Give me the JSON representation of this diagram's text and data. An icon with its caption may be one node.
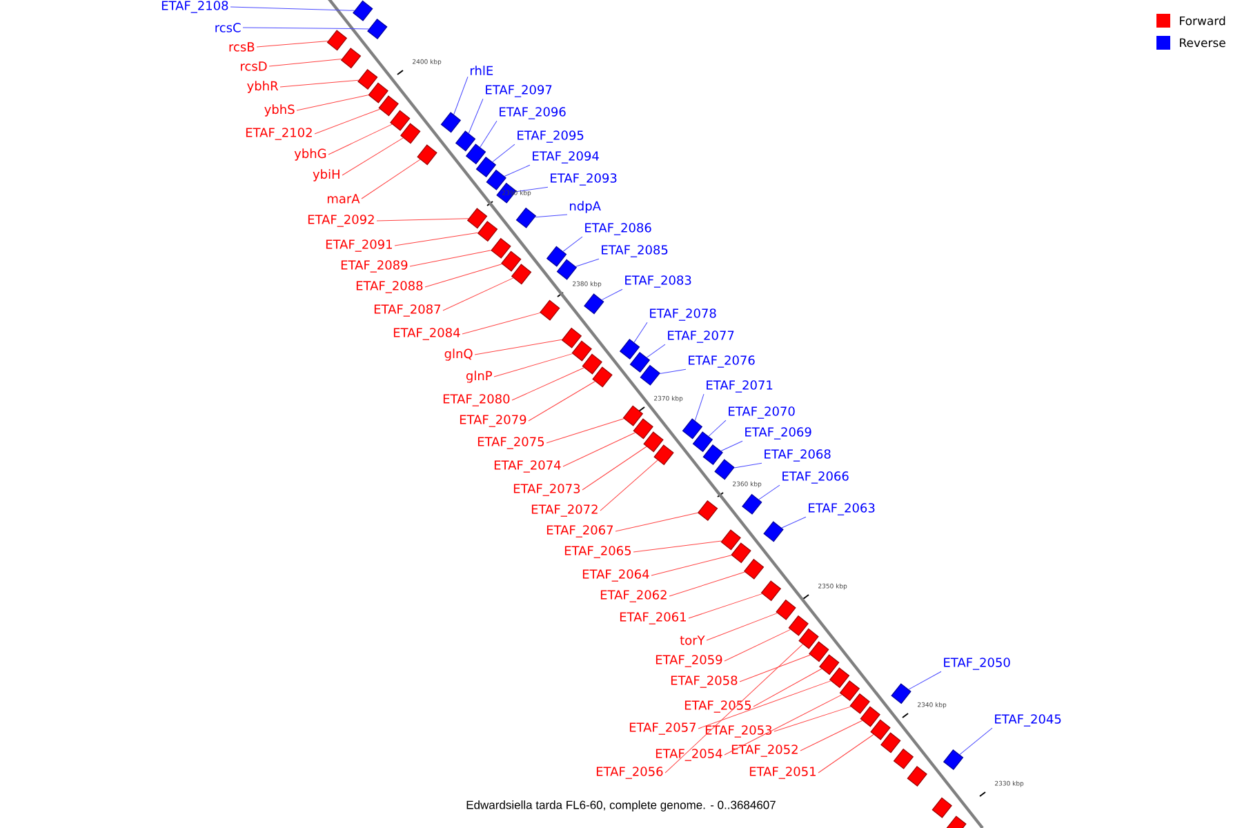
{
  "diagram": {
    "caption": "Edwardsiella tarda FL6-60, complete genome. - 0..3684607",
    "nodes": [
      {
        "text": [
          "ETAF_2108"
        ]
      },
      {
        "text": [
          "rcsC"
        ]
      },
      {
        "text": [
          "rcsB"
        ]
      },
      {
        "text": [
          "rcsD"
        ]
      },
      {
        "text": [
          "rhlE"
        ]
      },
      {
        "text": [
          "ybhR"
        ]
      },
      {
        "text": [
          "ETAF_2097"
        ]
      },
      {
        "text": [
          "ybhS"
        ]
      },
      {
        "text": [
          "ETAF_2096"
        ]
      },
      {
        "text": [
          "ETAF_2102"
        ]
      },
      {
        "text": [
          "ETAF_2095"
        ]
      },
      {
        "text": [
          "ybhG"
        ]
      },
      {
        "text": [
          "ETAF_2094"
        ]
      },
      {
        "text": [
          "ybiH"
        ]
      },
      {
        "text": [
          "ETAF_2093"
        ]
      },
      {
        "text": [
          "marA"
        ]
      },
      {
        "text": [
          "ndpA"
        ]
      },
      {
        "text": [
          "ETAF_2092"
        ]
      },
      {
        "text": [
          "ETAF_2086"
        ]
      },
      {
        "text": [
          "ETAF_2091"
        ]
      },
      {
        "text": [
          "ETAF_2085"
        ]
      },
      {
        "text": [
          "ETAF_2089"
        ]
      },
      {
        "text": [
          "ETAF_2083"
        ]
      },
      {
        "text": [
          "ETAF_2088"
        ]
      },
      {
        "text": [
          "ETAF_2087"
        ]
      },
      {
        "text": [
          "ETAF_2078"
        ]
      },
      {
        "text": [
          "ETAF_2084"
        ]
      },
      {
        "text": [
          "ETAF_2077"
        ]
      },
      {
        "text": [
          "glnQ"
        ]
      },
      {
        "text": [
          "ETAF_2076"
        ]
      },
      {
        "text": [
          "glnP"
        ]
      },
      {
        "text": [
          "ETAF_2071"
        ]
      },
      {
        "text": [
          "ETAF_2080"
        ]
      },
      {
        "text": [
          "ETAF_2070"
        ]
      },
      {
        "text": [
          "ETAF_2079"
        ]
      },
      {
        "text": [
          "ETAF_2069"
        ]
      },
      {
        "text": [
          "ETAF_2075"
        ]
      },
      {
        "text": [
          "ETAF_2068"
        ]
      },
      {
        "text": [
          "ETAF_2074"
        ]
      },
      {
        "text": [
          "ETAF_2066"
        ]
      },
      {
        "text": [
          "ETAF_2073"
        ]
      },
      {
        "text": [
          "ETAF_2063"
        ]
      },
      {
        "text": [
          "ETAF_2072"
        ]
      },
      {
        "text": [
          "ETAF_2067"
        ]
      },
      {
        "text": [
          "ETAF_2065"
        ]
      },
      {
        "text": [
          "ETAF_2064"
        ]
      },
      {
        "text": [
          "ETAF_2062"
        ]
      },
      {
        "text": [
          "ETAF_2061"
        ]
      },
      {
        "text": [
          "torY"
        ]
      },
      {
        "text": [
          "ETAF_2059"
        ]
      },
      {
        "text": [
          "ETAF_2050"
        ]
      },
      {
        "text": [
          "ETAF_2058"
        ]
      },
      {
        "text": [
          "ETAF_2055"
        ]
      },
      {
        "text": [
          "ETAF_2045"
        ]
      },
      {
        "text": [
          "ETAF_2057"
        ]
      },
      {
        "text": [
          "ETAF_2053"
        ]
      },
      {
        "text": [
          "ETAF_2052"
        ]
      },
      {
        "text": [
          "ETAF_2054"
        ]
      },
      {
        "text": [
          "ETAF_2051"
        ]
      },
      {
        "text": [
          "ETAF_2056"
        ]
      },
      {
        "text": [],
        "shape": "box"
      },
      {
        "text": [],
        "shape": "box"
      },
      {
        "text": [],
        "shape": "box"
      },
      {
        "text": [],
        "shape": "box"
      },
      {
        "text": [],
        "shape": "box"
      },
      {
        "text": [],
        "shape": "box"
      },
      {
        "text": [],
        "shape": "box"
      },
      {
        "text": [],
        "shape": "box"
      },
      {
        "text": [],
        "shape": "box"
      },
      {
        "text": [],
        "shape": "box"
      },
      {
        "text": [],
        "shape": "box"
      },
      {
        "text": [],
        "shape": "box"
      },
      {
        "text": [],
        "shape": "box"
      },
      {
        "text": [],
        "shape": "box"
      },
      {
        "text": [],
        "shape": "box"
      },
      {
        "text": [],
        "shape": "box"
      },
      {
        "text": [],
        "shape": "box"
      },
      {
        "text": [],
        "shape": "box"
      },
      {
        "text": [],
        "shape": "box"
      },
      {
        "text": [],
        "shape": "box"
      },
      {
        "text": [],
        "shape": "box"
      },
      {
        "text": [],
        "shape": "box"
      },
      {
        "text": [],
        "shape": "box"
      },
      {
        "text": [],
        "shape": "box"
      },
      {
        "text": [],
        "shape": "box"
      },
      {
        "text": [],
        "shape": "box"
      },
      {
        "text": [],
        "shape": "box"
      },
      {
        "text": [],
        "shape": "box"
      },
      {
        "text": [],
        "shape": "box"
      },
      {
        "text": [],
        "shape": "box"
      },
      {
        "text": [],
        "shape": "box"
      },
      {
        "text": [],
        "shape": "box"
      },
      {
        "text": [],
        "shape": "box"
      },
      {
        "text": [],
        "shape": "box"
      },
      {
        "text": [],
        "shape": "box"
      },
      {
        "text": [],
        "shape": "box"
      },
      {
        "text": [],
        "shape": "box"
      },
      {
        "text": [],
        "shape": "box"
      },
      {
        "text": [],
        "shape": "box"
      },
      {
        "text": [],
        "shape": "box"
      },
      {
        "text": [],
        "shape": "box"
      },
      {
        "text": [],
        "shape": "box"
      },
      {
        "text": [],
        "shape": "box"
      },
      {
        "text": [],
        "shape": "box"
      },
      {
        "text": [],
        "shape": "box"
      },
      {
        "text": [],
        "shape": "box"
      },
      {
        "text": [],
        "shape": "box"
      },
      {
        "text": [],
        "shape": "box"
      },
      {
        "text": [],
        "shape": "box"
      },
      {
        "text": [],
        "shape": "box"
      },
      {
        "text": [],
        "shape": "box"
      },
      {
        "text": [],
        "shape": "box"
      },
      {
        "text": [],
        "shape": "box"
      },
      {
        "text": [],
        "shape": "box"
      },
      {
        "text": [],
        "shape": "box"
      },
      {
        "text": [],
        "shape": "box"
      },
      {
        "text": [],
        "shape": "box"
      },
      {
        "text": [],
        "shape": "box"
      },
      {
        "text": [],
        "shape": "box"
      },
      {
        "text": [],
        "shape": "box"
      },
      {
        "text": [],
        "shape": "box"
      },
      {
        "text": [],
        "shape": "box"
      },
      {
        "text": [],
        "shape": "box"
      },
      {
        "text": [],
        "shape": "box"
      },
      {
        "text": [],
        "shape": "box"
      }
    ],
    "edges": [
      {
        "from": 0,
        "to": 60,
        "arrow": "none",
        "color": "#4848ff"
      },
      {
        "from": 1,
        "to": 61,
        "arrow": "none",
        "color": "#4848ff"
      },
      {
        "from": 2,
        "to": 62,
        "arrow": "none"
      },
      {
        "from": 3,
        "to": 63,
        "arrow": "none"
      },
      {
        "from": 4,
        "to": 69,
        "arrow": "none",
        "color": "#4848ff"
      },
      {
        "from": 5,
        "to": 64,
        "arrow": "none"
      },
      {
        "from": 6,
        "to": 71,
        "arrow": "none",
        "color": "#4848ff"
      },
      {
        "from": 7,
        "to": 65,
        "arrow": "none"
      },
      {
        "from": 8,
        "to": 72,
        "arrow": "none",
        "color": "#4848ff"
      },
      {
        "from": 9,
        "to": 66,
        "arrow": "none"
      },
      {
        "from": 10,
        "to": 73,
        "arrow": "none",
        "color": "#4848ff"
      },
      {
        "from": 11,
        "to": 67,
        "arrow": "none"
      },
      {
        "from": 12,
        "to": 74,
        "arrow": "none",
        "color": "#4848ff"
      },
      {
        "from": 13,
        "to": 68,
        "arrow": "none"
      },
      {
        "from": 14,
        "to": 75,
        "arrow": "none",
        "color": "#4848ff"
      },
      {
        "from": 15,
        "to": 70,
        "arrow": "none"
      },
      {
        "from": 16,
        "to": 78,
        "arrow": "none",
        "color": "#4848ff"
      },
      {
        "from": 17,
        "to": 76,
        "arrow": "none"
      },
      {
        "from": 18,
        "to": 82,
        "arrow": "none",
        "color": "#4848ff"
      },
      {
        "from": 19,
        "to": 77,
        "arrow": "none"
      },
      {
        "from": 20,
        "to": 83,
        "arrow": "none",
        "color": "#4848ff"
      },
      {
        "from": 21,
        "to": 79,
        "arrow": "none"
      },
      {
        "from": 22,
        "to": 85,
        "arrow": "none",
        "color": "#4848ff"
      },
      {
        "from": 23,
        "to": 80,
        "arrow": "none"
      },
      {
        "from": 24,
        "to": 81,
        "arrow": "none"
      },
      {
        "from": 25,
        "to": 90,
        "arrow": "none",
        "color": "#4848ff"
      },
      {
        "from": 26,
        "to": 84,
        "arrow": "none"
      },
      {
        "from": 27,
        "to": 91,
        "arrow": "none",
        "color": "#4848ff"
      },
      {
        "from": 28,
        "to": 86,
        "arrow": "none"
      },
      {
        "from": 29,
        "to": 92,
        "arrow": "none",
        "color": "#4848ff"
      },
      {
        "from": 30,
        "to": 87,
        "arrow": "none"
      },
      {
        "from": 31,
        "to": 97,
        "arrow": "none",
        "color": "#4848ff"
      },
      {
        "from": 32,
        "to": 88,
        "arrow": "none"
      },
      {
        "from": 33,
        "to": 98,
        "arrow": "none",
        "color": "#4848ff"
      },
      {
        "from": 34,
        "to": 89,
        "arrow": "none"
      },
      {
        "from": 35,
        "to": 99,
        "arrow": "none",
        "color": "#4848ff"
      },
      {
        "from": 36,
        "to": 93,
        "arrow": "none"
      },
      {
        "from": 37,
        "to": 100,
        "arrow": "none",
        "color": "#4848ff"
      },
      {
        "from": 38,
        "to": 94,
        "arrow": "none"
      },
      {
        "from": 39,
        "to": 102,
        "arrow": "none",
        "color": "#4848ff"
      },
      {
        "from": 40,
        "to": 95,
        "arrow": "none"
      },
      {
        "from": 41,
        "to": 105,
        "arrow": "none",
        "color": "#4848ff"
      },
      {
        "from": 42,
        "to": 96,
        "arrow": "none"
      },
      {
        "from": 43,
        "to": 101,
        "arrow": "none"
      },
      {
        "from": 44,
        "to": 103,
        "arrow": "none"
      },
      {
        "from": 45,
        "to": 104,
        "arrow": "none"
      },
      {
        "from": 46,
        "to": 106,
        "arrow": "none"
      },
      {
        "from": 47,
        "to": 107,
        "arrow": "none"
      },
      {
        "from": 48,
        "to": 108,
        "arrow": "none"
      },
      {
        "from": 49,
        "to": 109,
        "arrow": "none"
      },
      {
        "from": 50,
        "to": 118,
        "arrow": "none",
        "color": "#4848ff"
      },
      {
        "from": 51,
        "to": 111,
        "arrow": "none"
      },
      {
        "from": 52,
        "to": 112,
        "arrow": "none"
      },
      {
        "from": 53,
        "to": 119,
        "arrow": "none",
        "color": "#4848ff"
      },
      {
        "from": 54,
        "to": 113,
        "arrow": "none"
      },
      {
        "from": 55,
        "to": 115,
        "arrow": "none"
      },
      {
        "from": 56,
        "to": 116,
        "arrow": "none"
      },
      {
        "from": 57,
        "to": 114,
        "arrow": "none"
      },
      {
        "from": 58,
        "to": 117,
        "arrow": "none"
      },
      {
        "from": 59,
        "to": 110,
        "arrow": "none"
      }
    ],
    "labels": [
      "2400 kbp",
      "2390 kbp",
      "2380 kbp",
      "2370 kbp",
      "2360 kbp",
      "2350 kbp",
      "2340 kbp",
      "2330 kbp"
    ],
    "legend": [
      {
        "text": "Forward",
        "color": "#ff0000"
      },
      {
        "text": "Reverse",
        "color": "#0000ff"
      }
    ]
  }
}
